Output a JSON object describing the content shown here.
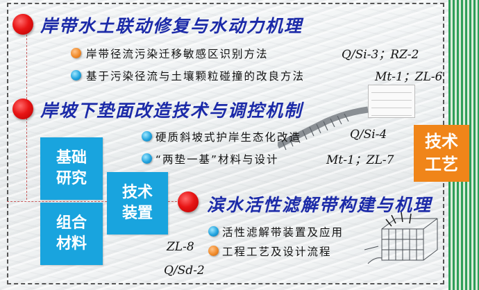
{
  "sections": [
    {
      "title": "岸带水土联动修复与水动力机理",
      "items": [
        {
          "text": "岸带径流污染迁移敏感区识别方法",
          "dot": "orange"
        },
        {
          "text": "基于污染径流与土壤颗粒碰撞的改良方法",
          "dot": "blue"
        }
      ],
      "codes": [
        "Q/Si-3；RZ-2",
        "Mt-1；ZL-6"
      ]
    },
    {
      "title": "岸坡下垫面改造技术与调控机制",
      "items": [
        {
          "text": "硬质斜坡式护岸生态化改造",
          "dot": "blue"
        },
        {
          "text": "“两垫一基”材料与设计",
          "dot": "blue"
        }
      ],
      "codes": [
        "Q/Si-4",
        "Mt-1；ZL-7"
      ]
    },
    {
      "title": "滨水活性滤解带构建与机理",
      "items": [
        {
          "text": "活性滤解带装置及应用",
          "dot": "blue"
        },
        {
          "text": "工程工艺及设计流程",
          "dot": "orange"
        }
      ],
      "codes": [
        "ZL-8",
        "Q/Sd-2"
      ]
    }
  ],
  "tiles": {
    "basic_research": [
      "基础",
      "研究"
    ],
    "tech_device": [
      "技术",
      "装置"
    ],
    "composite_material": [
      "组合",
      "材料"
    ],
    "tech_process": [
      "技术",
      "工艺"
    ]
  },
  "colors": {
    "heading": "#1b2aa8",
    "tile_blue": "#19a4de",
    "tile_orange": "#f08519",
    "bullet_red": "#e81515",
    "stripe_green": "#2e9e58"
  }
}
